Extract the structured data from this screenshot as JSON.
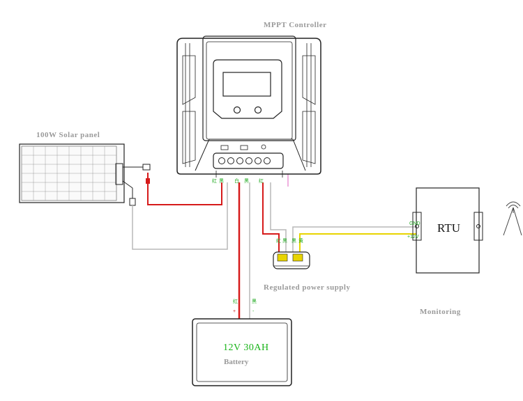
{
  "labels": {
    "controller": "MPPT Controller",
    "solar_panel": "100W Solar panel",
    "power_supply": "Regulated power supply",
    "monitoring": "Monitoring",
    "rtu": "RTU",
    "battery_spec": "12V 30AH",
    "battery_name": "Battery"
  },
  "wire_tags": {
    "solar_red": "红",
    "solar_black": "黑",
    "battery_white": "白",
    "battery_black": "黑",
    "load_red": "红",
    "psu_red": "红",
    "psu_black": "黑",
    "psu_black2": "黑",
    "psu_yellow": "黄",
    "bat_red": "红",
    "bat_black": "黑",
    "bat_plus": "+",
    "bat_minus": "-",
    "rtu_gnd": "GND",
    "rtu_12v": "+12V"
  },
  "colors": {
    "red_wire": "#d61a1a",
    "gray_wire": "#b8b8b8",
    "yellow_wire": "#e8d400",
    "outline": "#222222",
    "label_gray": "#9a9a9a",
    "green_text": "#18b418"
  }
}
